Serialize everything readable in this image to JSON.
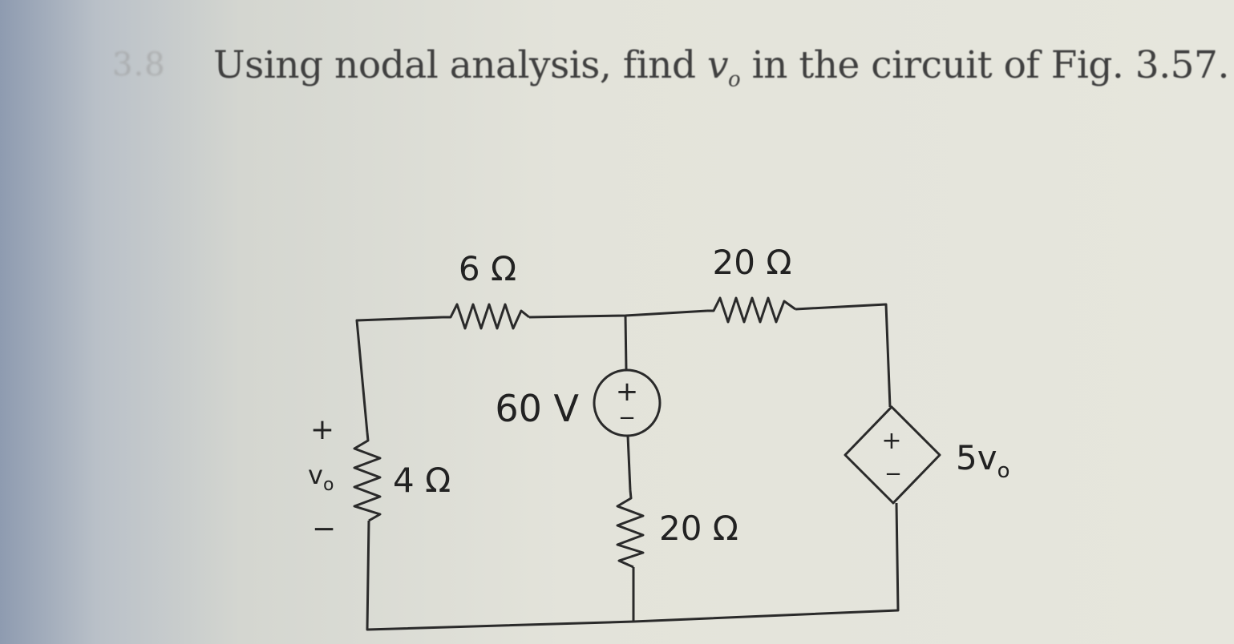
{
  "problem": {
    "number": "3.8",
    "text_before": "Using nodal analysis, find ",
    "variable": "v",
    "variable_sub": "o",
    "text_after": " in the circuit of Fig. 3.57."
  },
  "circuit": {
    "r_top_left": "6 Ω",
    "r_top_right": "20 Ω",
    "r_left": "4 Ω",
    "r_middle": "20 Ω",
    "voltage_source": "60 V",
    "dependent_source_main": "5v",
    "dependent_source_sub": "o",
    "vo_label_main": "v",
    "vo_label_sub": "o",
    "plus_sign": "+",
    "minus_sign": "−"
  }
}
